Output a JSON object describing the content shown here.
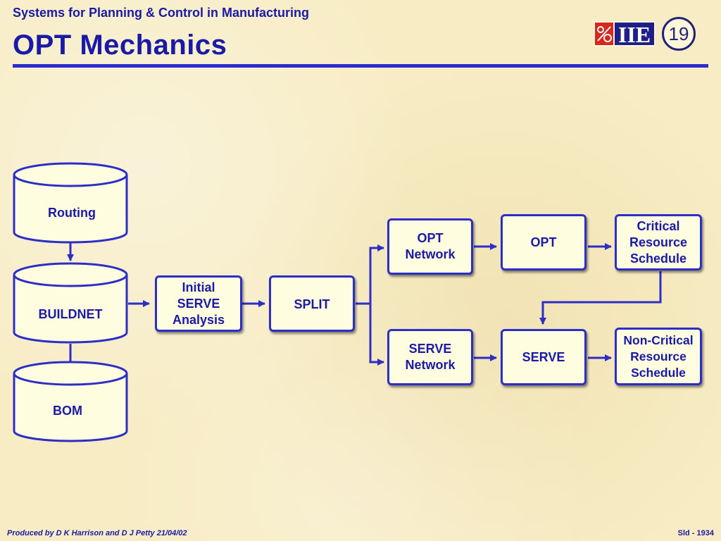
{
  "header": {
    "subtitle": "Systems for Planning & Control in Manufacturing",
    "title": "OPT Mechanics",
    "logo_text": "IIE",
    "slide_number": "19"
  },
  "diagram": {
    "databases": {
      "routing": "Routing",
      "buildnet": "BUILDNET",
      "bom": "BOM"
    },
    "boxes": {
      "initial_serve": [
        "Initial",
        "SERVE",
        "Analysis"
      ],
      "split": "SPLIT",
      "opt_network": [
        "OPT",
        "Network"
      ],
      "serve_network": [
        "SERVE",
        "Network"
      ],
      "opt": "OPT",
      "serve": "SERVE",
      "critical": [
        "Critical",
        "Resource",
        "Schedule"
      ],
      "non_critical": [
        "Non-Critical",
        "Resource",
        "Schedule"
      ]
    }
  },
  "footer": {
    "credit": "Produced by D K Harrison and D J Petty 21/04/02",
    "slide_id": "Sld - 1934"
  },
  "colors": {
    "text_blue": "#1a1aa6",
    "border_blue": "#2d2dc8",
    "box_fill": "#fffde0",
    "background": "#f7ecc4"
  }
}
